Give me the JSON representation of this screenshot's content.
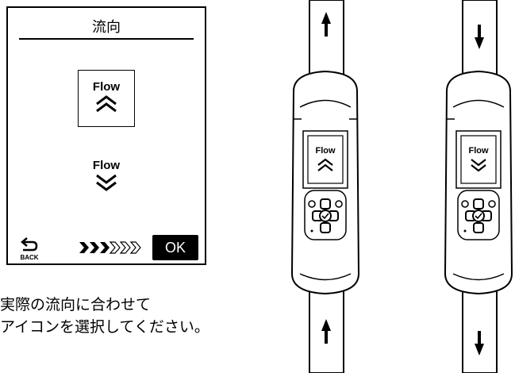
{
  "screen": {
    "title": "流向",
    "options": [
      {
        "label": "Flow",
        "direction": "forward",
        "selected": true
      },
      {
        "label": "Flow",
        "direction": "reverse",
        "selected": false
      }
    ],
    "back_label": "BACK",
    "progress": {
      "filled": 3,
      "total": 6
    },
    "ok_label": "OK"
  },
  "instruction": {
    "line1": "実際の流向に合わせて",
    "line2": "アイコンを選択してください。"
  },
  "devices": [
    {
      "screen_label": "Flow",
      "direction": "up"
    },
    {
      "screen_label": "Flow",
      "direction": "down"
    }
  ]
}
